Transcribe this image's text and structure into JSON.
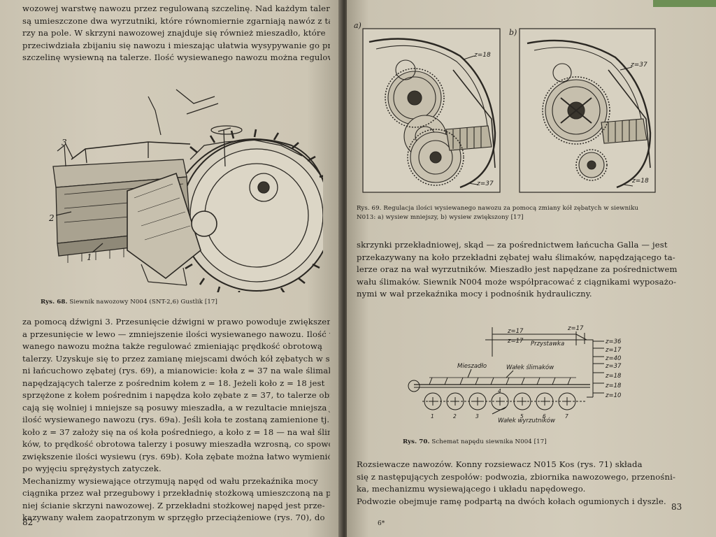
{
  "left_page": {
    "top_lines": [
      "wozowej warstwę nawozu przez regulowaną szczelinę. Nad każdym talerzem",
      "są umieszczone dwa wyrzutniki, które równomiernie zgarniają nawóz z tale-",
      "rzy na pole. W skrzyni nawozowej znajduje się również mieszadło, które",
      "przeciwdziała zbijaniu się nawozu i mieszając ułatwia wysypywanie go przez",
      "szczelinę wysiewną na talerze. Ilość wysiewanego nawozu można regulować"
    ],
    "figure_68": {
      "caption_bold": "Rys. 68.",
      "caption_text": " Siewnik nawozowy N004 (SNT-2,6) Gustlik [17]",
      "labels": [
        "3",
        "2",
        "1"
      ]
    },
    "bottom_lines": [
      "za pomocą dźwigni 3. Przesunięcie dźwigni w prawo powoduje zwiększenie,",
      "a przesunięcie w lewo — zmniejszenie ilości wysiewanego nawozu. Ilość wysie-",
      "wanego nawozu można także regulować zmieniając prędkość obrotową",
      "talerzy. Uzyskuje się to przez zamianę miejscami dwóch kół zębatych w skrzy-",
      "ni łańcuchowo zębatej (rys. 69), a mianowicie: koła z = 37 na wale ślimaków",
      "napędzających talerze z pośrednim kołem z = 18. Jeżeli koło z = 18 jest",
      "sprzężone z kołem pośrednim i napędza koło zębate z = 37, to talerze obra-",
      "cają się wolniej i mniejsze są posuwy mieszadła, a w rezultacie mniejsza jest",
      "ilość wysiewanego nawozu (rys. 69a). Jeśli koła te zostaną zamienione tj.",
      "koło z = 37 założy się na oś koła pośredniego, a koło z = 18 — na wał ślima-",
      "ków, to prędkość obrotowa talerzy i posuwy mieszadła wzrosną, co spowoduje",
      "zwiększenie ilości wysiewu (rys. 69b). Koła zębate można łatwo wymienić",
      "po wyjęciu sprężystych zatyczek.",
      "     Mechanizmy wysiewające otrzymują napęd od wału przekaźnika mocy",
      "ciągnika przez wał przegubowy i przekładnię stożkową umieszczoną na przed-",
      "niej ścianie skrzyni nawozowej. Z przekładni stożkowej napęd jest prze-",
      "kazywany wałem zaopatrzonym w sprzęgło przeciążeniowe (rys. 70), do"
    ],
    "page_number": "82"
  },
  "right_page": {
    "figure_69": {
      "panel_a": "a)",
      "panel_b": "b)",
      "a_labels": [
        "z=18",
        "z=37"
      ],
      "b_labels": [
        "z=37",
        "z=18"
      ],
      "caption_lines": [
        "Rys. 69. Regulacja ilości wysiewanego nawozu za pomocą zmiany kół zębatych w siewniku",
        "N013: a) wysiew mniejszy, b) wysiew zwiększony [17]"
      ]
    },
    "text_lines": [
      "skrzynki przekładniowej, skąd — za pośrednictwem łańcucha Galla — jest",
      "przekazywany na koło przekładni zębatej wału ślimaków, napędzającego ta-",
      "lerze oraz na wał wyrzutników. Mieszadło jest napędzane za pośrednictwem",
      "wału ślimaków. Siewnik N004 może współpracować z ciągnikami wyposażo-",
      "nymi w wał przekaźnika mocy i podnośnik hydrauliczny."
    ],
    "figure_70": {
      "caption_bold": "Rys. 70.",
      "caption_text": " Schemat napędu siewnika N004 [17]",
      "labels": {
        "z17a": "z=17",
        "z17b": "z=17",
        "z17c": "z=17",
        "przystawka": "Przystawka",
        "mieszadlo": "Mieszadło",
        "walek_slimakow": "Wałek ślimaków",
        "walek_wyrzutnikow": "Wałek wyrzutników",
        "z36": "z=36",
        "z17d": "z=17",
        "z40": "z=40",
        "z37": "z=37",
        "z18": "z=18",
        "z10": "z=10"
      },
      "disc_numbers": [
        "1",
        "2",
        "3",
        "4",
        "5",
        "6",
        "7"
      ]
    },
    "bottom_lines": [
      "Rozsiewacze nawozów. Konny rozsiewacz N015 Kos (rys. 71) składa",
      "się z następujących zespołów: podwozia, zbiornika nawozowego, przenośni-",
      "ka, mechanizmu wysiewającego i układu napędowego.",
      "     Podwozie obejmuje ramę podpartą na dwóch kołach ogumionych i dyszle."
    ],
    "page_number": "83",
    "footer_mark": "6*"
  }
}
